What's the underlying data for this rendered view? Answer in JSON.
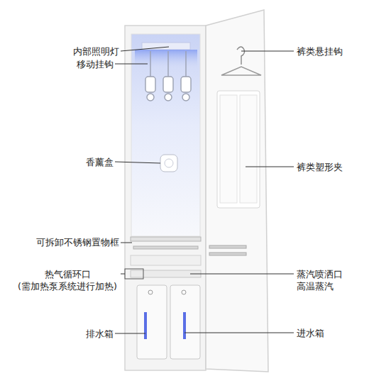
{
  "diagram": {
    "labels": [
      "内部照明灯",
      "移动挂钩",
      "香薰盒",
      "可拆卸不锈钢置物框",
      "热气循环口 (需加热泵系统进行加热)",
      "排水箱",
      "裤类悬挂钩",
      "裤类塑形夹",
      "蒸汽喷洒口 高温蒸汽",
      "进水箱"
    ]
  }
}
